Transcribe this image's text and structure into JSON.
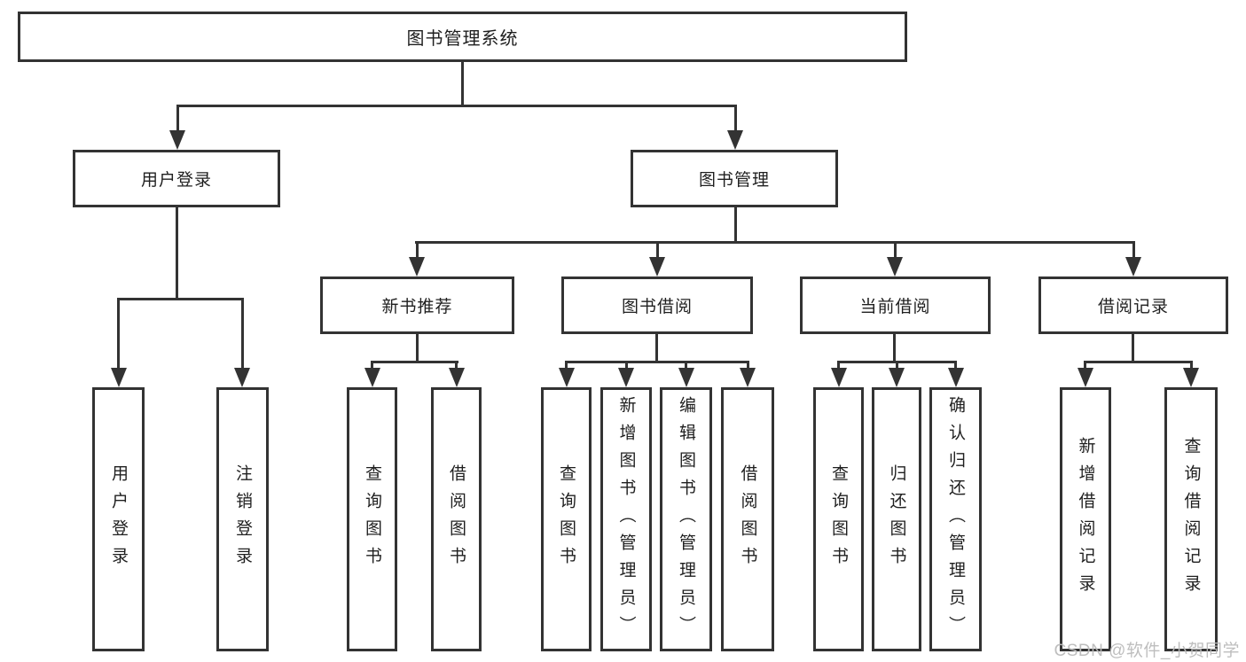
{
  "diagram": {
    "title": "图书管理系统",
    "watermark": "CSDN @软件_小贺同学",
    "colors": {
      "line": "#333333",
      "border": "#333333",
      "text": "#1f1f1f",
      "background": "#ffffff",
      "watermark": "#bababa"
    },
    "tree": {
      "label": "图书管理系统",
      "children": [
        {
          "label": "用户登录",
          "children": [
            {
              "label": "用户登录"
            },
            {
              "label": "注销登录"
            }
          ]
        },
        {
          "label": "图书管理",
          "children": [
            {
              "label": "新书推荐",
              "children": [
                {
                  "label": "查询图书"
                },
                {
                  "label": "借阅图书"
                }
              ]
            },
            {
              "label": "图书借阅",
              "children": [
                {
                  "label": "查询图书"
                },
                {
                  "label": "新增图书（管理员）"
                },
                {
                  "label": "编辑图书（管理员）"
                },
                {
                  "label": "借阅图书"
                }
              ]
            },
            {
              "label": "当前借阅",
              "children": [
                {
                  "label": "查询图书"
                },
                {
                  "label": "归还图书"
                },
                {
                  "label": "确认归还（管理员）"
                }
              ]
            },
            {
              "label": "借阅记录",
              "children": [
                {
                  "label": "新增借阅记录"
                },
                {
                  "label": "查询借阅记录"
                }
              ]
            }
          ]
        }
      ]
    }
  }
}
